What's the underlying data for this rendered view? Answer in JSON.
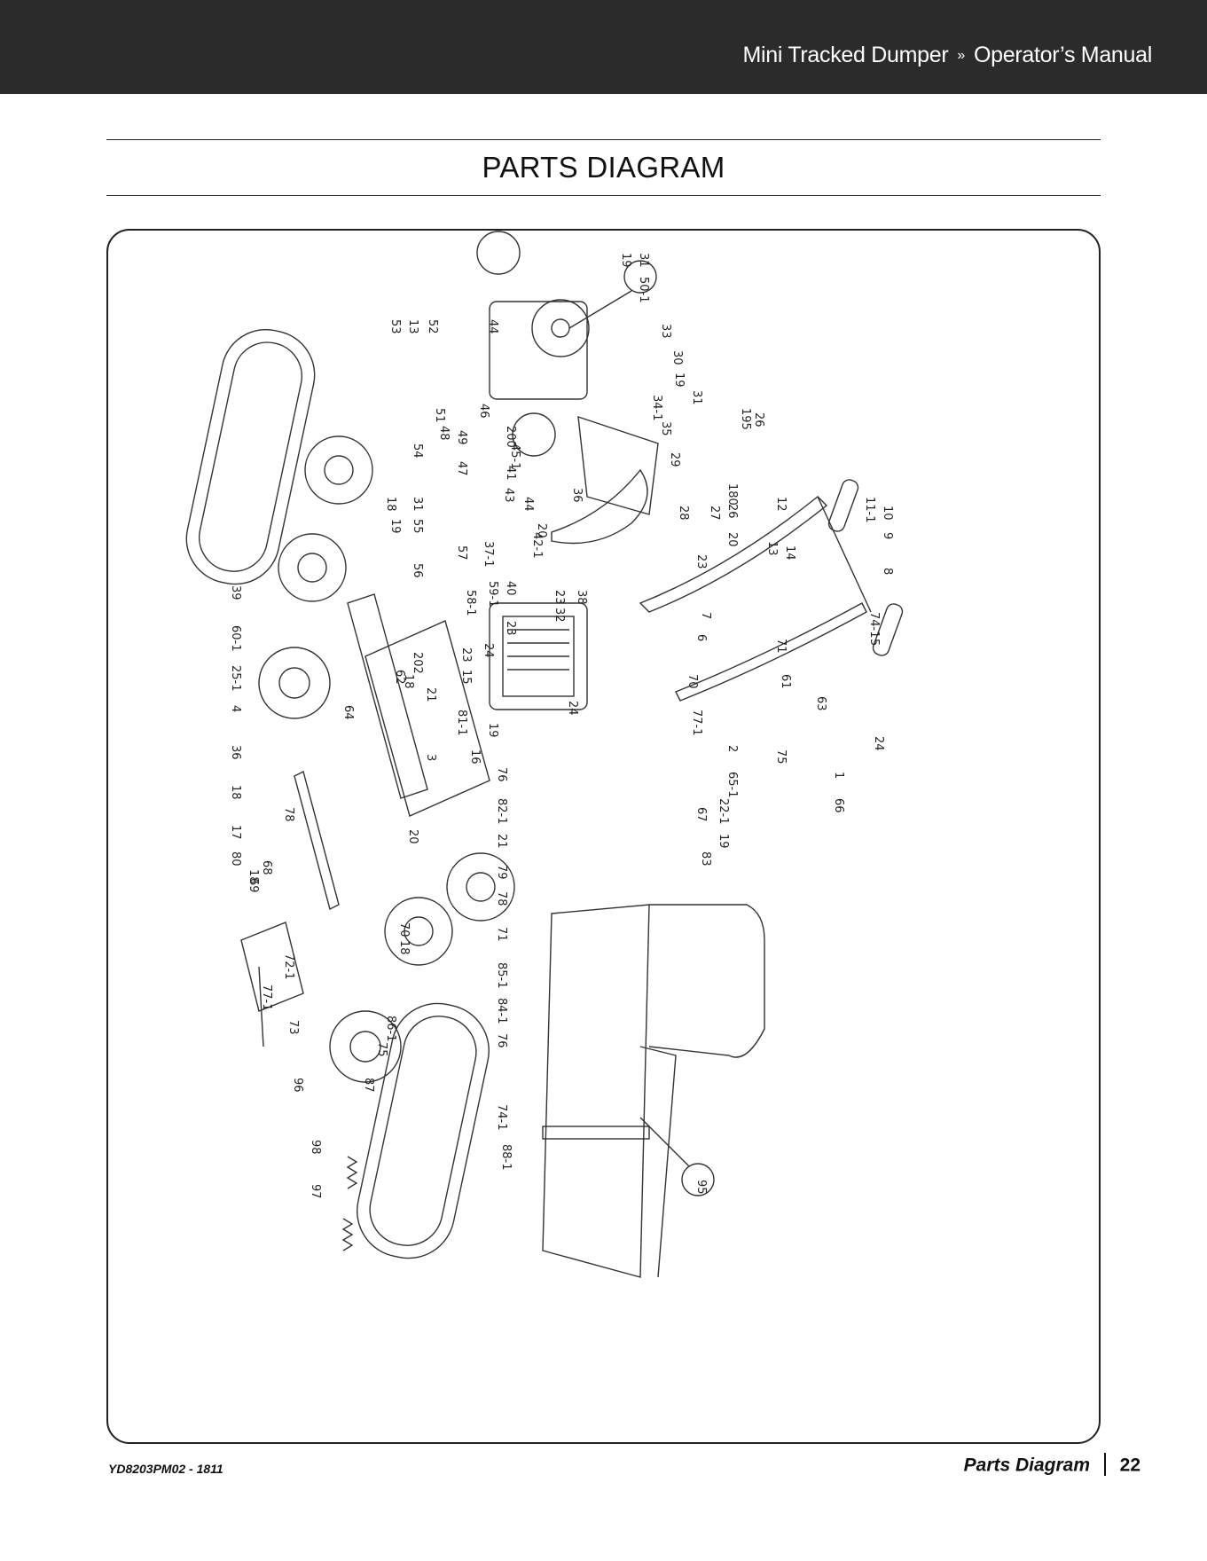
{
  "header": {
    "product": "Mini Tracked Dumper",
    "separator": "»",
    "manual": "Operator’s Manual"
  },
  "page_title": "PARTS DIAGRAM",
  "diagram": {
    "part_labels": [
      "31",
      "19",
      "50-1",
      "44",
      "33",
      "53",
      "13",
      "52",
      "30",
      "19",
      "31",
      "46",
      "34-1",
      "51",
      "48",
      "200",
      "35",
      "49",
      "45-1",
      "26",
      "195",
      "54",
      "47",
      "41",
      "29",
      "36",
      "43",
      "180",
      "18",
      "31",
      "44",
      "28",
      "26",
      "27",
      "12",
      "11-1",
      "10",
      "19",
      "55",
      "20",
      "42-1",
      "20",
      "9",
      "37-1",
      "57",
      "23",
      "13",
      "14",
      "8",
      "56",
      "40",
      "58-1",
      "59-1",
      "38",
      "23",
      "7",
      "74-1",
      "39",
      "32",
      "23",
      "6",
      "5",
      "71",
      "60-1",
      "202",
      "23",
      "24",
      "15",
      "61",
      "62",
      "18",
      "25-1",
      "70",
      "21",
      "4",
      "63",
      "24",
      "77-1",
      "81-1",
      "36",
      "64",
      "19",
      "16",
      "2",
      "75",
      "24",
      "18",
      "3",
      "65-1",
      "1",
      "76",
      "66",
      "17",
      "82-1",
      "22-1",
      "78",
      "67",
      "80",
      "21",
      "20",
      "19",
      "83",
      "18",
      "68",
      "69",
      "79",
      "78",
      "70",
      "18",
      "71",
      "85-1",
      "84-1",
      "72-1",
      "77-1",
      "76",
      "86-1",
      "75",
      "73",
      "87",
      "74-1",
      "96",
      "98",
      "88-1",
      "95",
      "97"
    ]
  },
  "footer": {
    "doc_code": "YD8203PM02 - 1811",
    "section": "Parts Diagram",
    "page_number": "22"
  }
}
